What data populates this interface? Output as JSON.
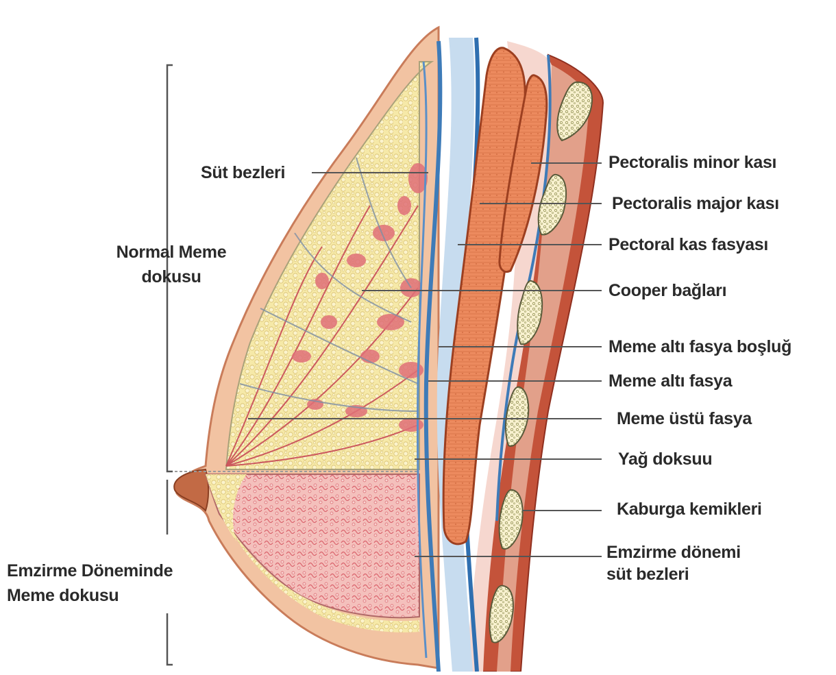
{
  "labels": {
    "sut_bezleri": "Süt bezleri",
    "normal_meme_line1": "Normal Meme",
    "normal_meme_line2": "dokusu",
    "emzirme_line1": "Emzirme Döneminde",
    "emzirme_line2": "Meme dokusu",
    "pectoralis_minor": "Pectoralis minor kası",
    "pectoralis_major": "Pectoralis major kası",
    "pectoral_fasya": "Pectoral kas fasyası",
    "cooper": "Cooper bağları",
    "meme_alti_bosluk": "Meme altı fasya boşluğ",
    "meme_alti_fasya": "Meme altı fasya",
    "meme_ustu_fasya": "Meme üstü fasya",
    "yag_doksuu": "Yağ doksuu",
    "kaburga": "Kaburga kemikleri",
    "emzirme_donemi_line1": "Emzirme dönemi",
    "emzirme_donemi_line2": "süt bezleri"
  },
  "colors": {
    "skin": "#f3c6a5",
    "skin_edge": "#d98c6a",
    "fat": "#f5e6a0",
    "gland": "#e0707a",
    "lactating": "#f2b8b4",
    "fascia_blue": "#3b78b5",
    "fascia_light": "#bcd7ee",
    "muscle": "#e8825a",
    "muscle_dark": "#b8502e",
    "rib": "#f7efc8",
    "chest_wall": "#c0503a",
    "leader": "#5a5a5a"
  }
}
